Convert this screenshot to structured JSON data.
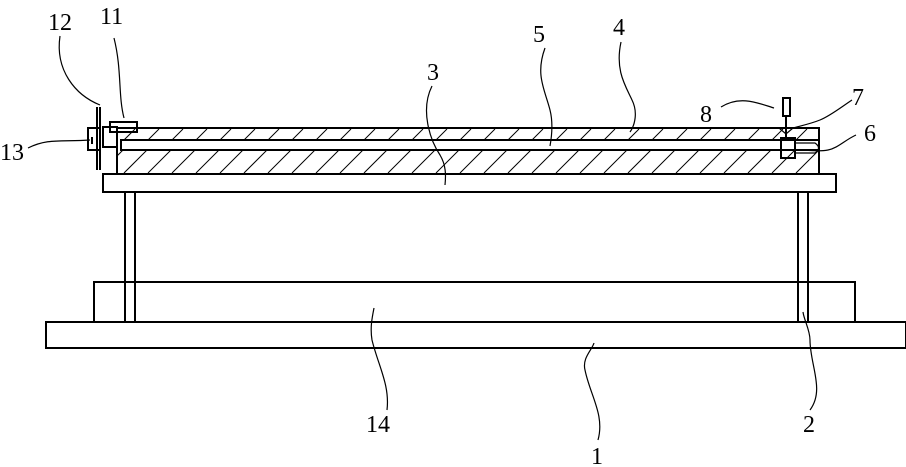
{
  "labels": {
    "l1": "1",
    "l2": "2",
    "l3": "3",
    "l4": "4",
    "l5": "5",
    "l6": "6",
    "l7": "7",
    "l8": "8",
    "l11": "11",
    "l12": "12",
    "l13": "13",
    "l14": "14"
  },
  "colors": {
    "stroke": "#000000",
    "background": "#ffffff"
  }
}
